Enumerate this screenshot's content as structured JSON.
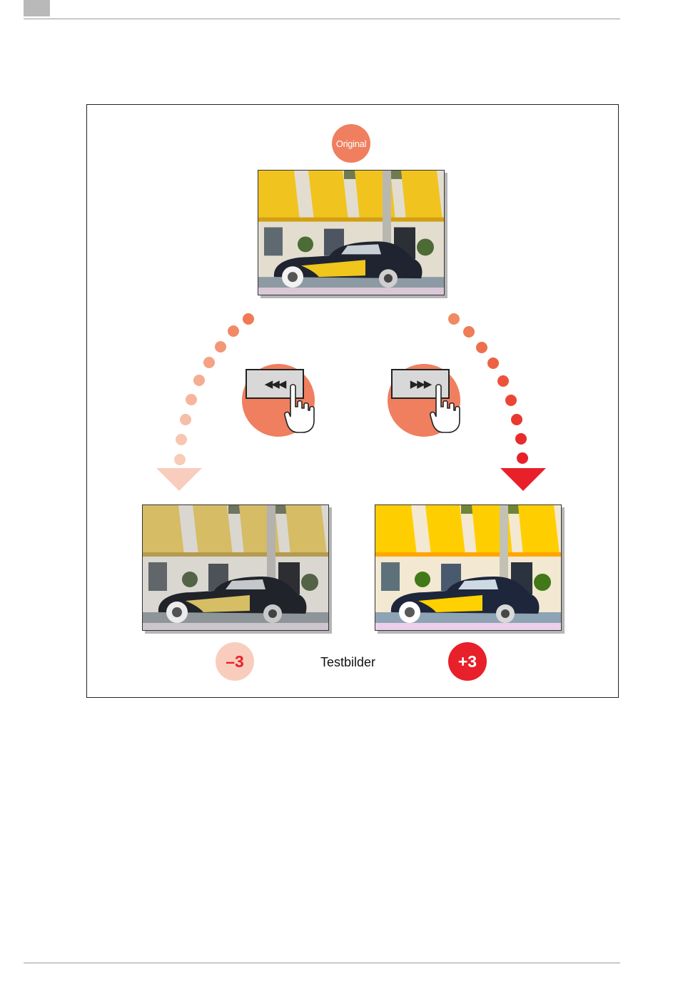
{
  "badges": {
    "original": "Original",
    "minus": "–3",
    "plus": "+3"
  },
  "caption": "Testbilder",
  "buttons": {
    "left_glyph": "◀◀◀",
    "right_glyph": "▶▶▶"
  },
  "colors": {
    "accent_orange": "#ef7f5f",
    "accent_light": "#f9cdbd",
    "accent_red": "#e8202a"
  }
}
